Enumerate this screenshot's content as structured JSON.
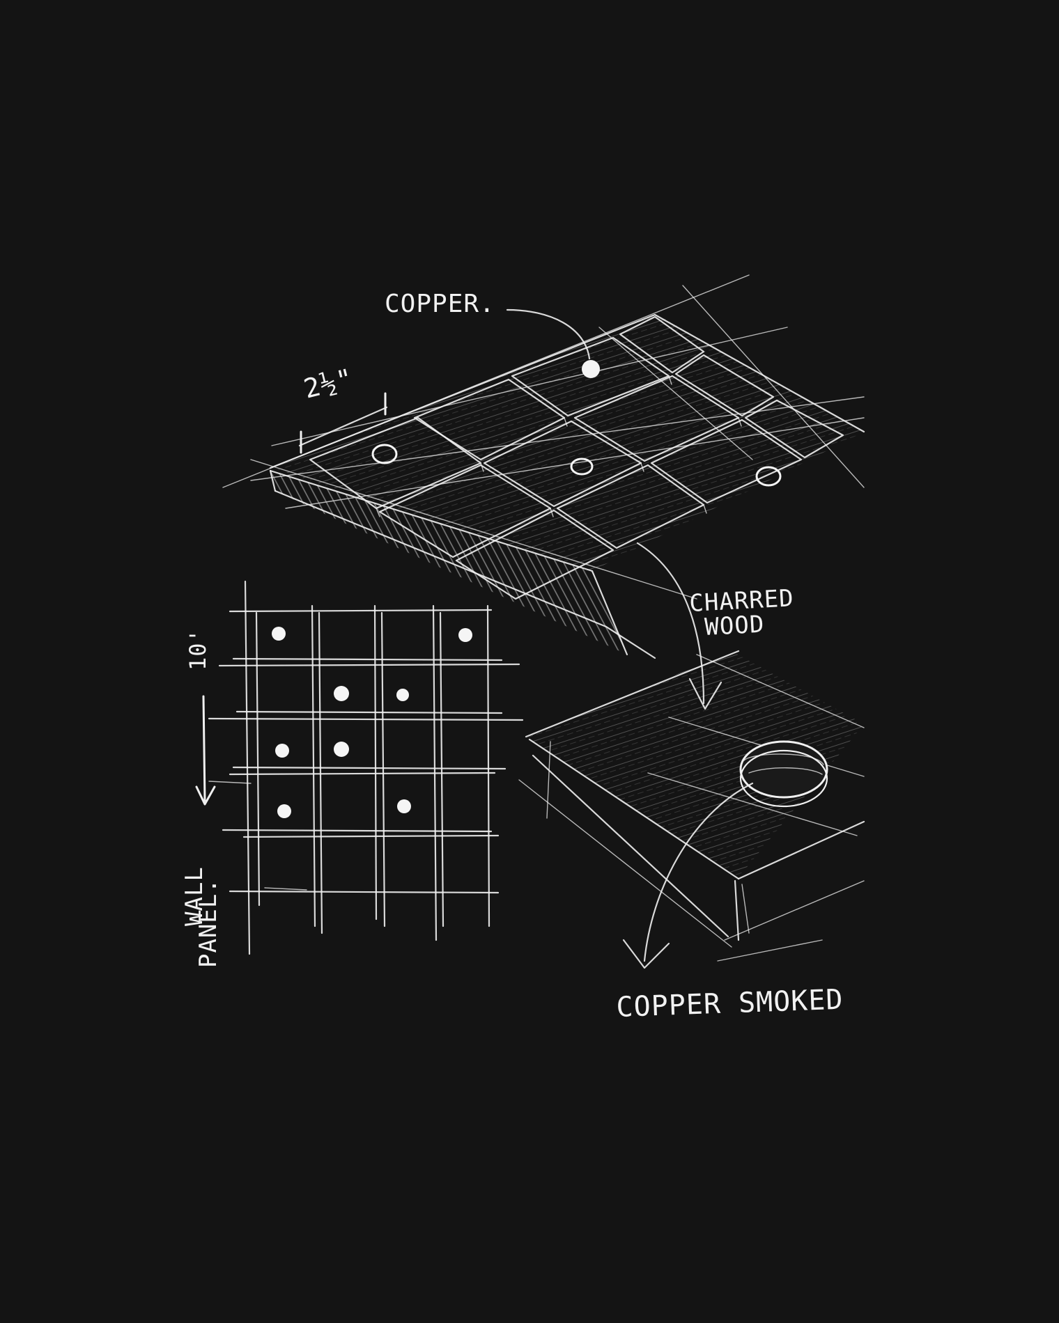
{
  "labels": {
    "copper": "COPPER.",
    "dimension": "2½\"",
    "charred": "CHARRED",
    "wood": "WOOD",
    "height": "10'",
    "wall": "WALL",
    "panel": "PANEL.",
    "copper_smoked": "COPPER SMOKED"
  },
  "colors": {
    "background": "#141414",
    "ink": "#f0f0f0"
  }
}
